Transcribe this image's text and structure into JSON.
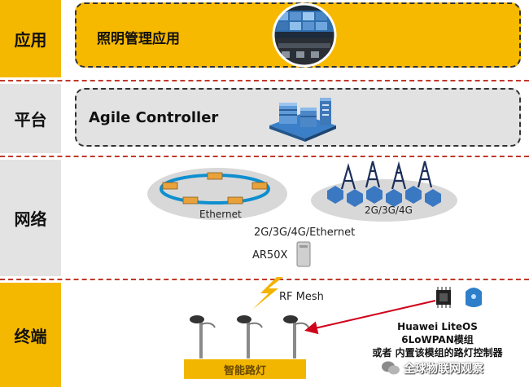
{
  "layers": {
    "app": "应用",
    "platform": "平台",
    "network": "网络",
    "terminal": "终端"
  },
  "app_box": {
    "title": "照明管理应用"
  },
  "platform_box": {
    "title": "Agile Controller"
  },
  "network": {
    "ethernet_label": "Ethernet",
    "cellular_label": "2G/3G/4G",
    "uplink_label": "2G/3G/4G/Ethernet",
    "gateway_label": "AR50X"
  },
  "terminal": {
    "rf_mesh_label": "RF Mesh",
    "module_line1": "Huawei LiteOS",
    "module_line2": "6LoWPAN模组",
    "module_line3": "或者 内置该模组的路灯控制器",
    "street_light_label": "智能路灯",
    "watermark": "全球物联网观察"
  },
  "colors": {
    "yellow": "#f5b800",
    "gray": "#e3e3e3",
    "divider": "#c0392b",
    "arrow": "#d0021b"
  }
}
